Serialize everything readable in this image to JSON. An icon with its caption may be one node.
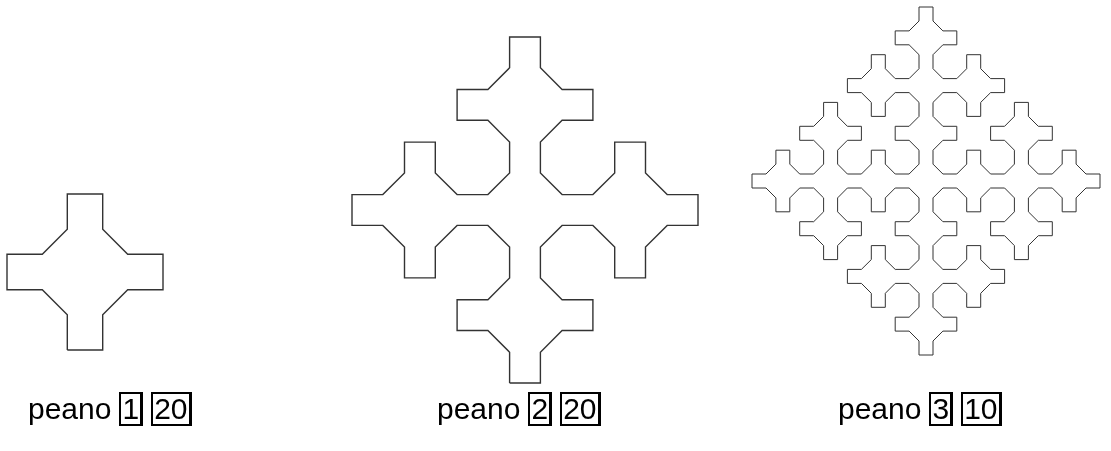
{
  "diagram": {
    "labels": [
      "peano",
      "1",
      "20",
      "peano",
      "2",
      "20",
      "peano",
      "3",
      "10"
    ]
  }
}
